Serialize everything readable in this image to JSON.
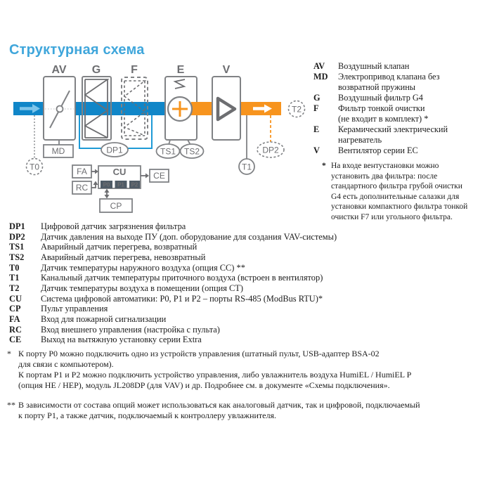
{
  "header": {
    "title": "Структурная схема"
  },
  "diagram": {
    "block_letters": {
      "av": "AV",
      "g": "G",
      "f": "F",
      "e": "E",
      "v": "V"
    },
    "nodes": {
      "md": "MD",
      "dp1": "DP1",
      "ts1": "TS1",
      "ts2": "TS2",
      "t0": "T0",
      "t1": "T1",
      "t2": "T2",
      "dp2": "DP2",
      "fa": "FA",
      "rc": "RC",
      "cu": "CU",
      "ce": "CE",
      "cp": "CP",
      "p0": "P0",
      "p1": "P1",
      "p2": "P2"
    },
    "colors": {
      "duct_blue": "#1086c8",
      "duct_orange": "#f7941e",
      "arrow_light_blue": "#7ec5ea",
      "outline_gray": "#808285",
      "label_gray": "#6d6e71",
      "sensor_line_blue": "#1e9ad6",
      "port_dark": "#4f5b66",
      "title_blue": "#3fa6db"
    }
  },
  "legend": {
    "items": [
      {
        "key": "AV",
        "lines": "Воздушный клапан"
      },
      {
        "key": "MD",
        "lines": "Электропривод клапана без\nвозвратной пружины"
      },
      {
        "key": "G",
        "lines": "Воздушный фильтр G4"
      },
      {
        "key": "F",
        "lines": "Фильтр тонкой очистки\n(не входит в комплект) *"
      },
      {
        "key": "E",
        "lines": "Керамический электрический\nнагреватель"
      },
      {
        "key": "V",
        "lines": "Вентилятор серии ЕС"
      }
    ]
  },
  "legend_note": {
    "marker": "*",
    "lines": "На входе вентустановки можно\nустановить два фильтра: после\nстандартного фильтра грубой очистки\nG4 есть дополнительные салазки для\nустановки компактного фильтра тонкой\nочистки F7 или угольного фильтра."
  },
  "designations": {
    "rows": [
      {
        "key": "DP1",
        "text": "Цифровой датчик загрязнения фильтра"
      },
      {
        "key": "DP2",
        "text": "Датчик давления на выходе ПУ (доп. оборудование для создания VAV-системы)"
      },
      {
        "key": "TS1",
        "text": "Аварийный датчик перегрева, возвратный"
      },
      {
        "key": "TS2",
        "text": "Аварийный датчик перегрева, невозвратный"
      },
      {
        "key": "T0",
        "text": "Датчик температуры наружного воздуха (опция СС) **"
      },
      {
        "key": "T1",
        "text": "Канальный датчик температуры приточного воздуха (встроен в вентилятор)"
      },
      {
        "key": "T2",
        "text": "Датчик температуры воздуха в помещении (опция СТ)"
      },
      {
        "key": "CU",
        "text": "Система цифровой автоматики: P0, P1 и P2 – порты RS-485 (ModBus RTU)*"
      },
      {
        "key": "CP",
        "text": "Пульт управления"
      },
      {
        "key": "FA",
        "text": "Вход для пожарной сигнализации"
      },
      {
        "key": "RC",
        "text": "Вход внешнего управления (настройка с пульта)"
      },
      {
        "key": "CE",
        "text": "Выход на вытяжную установку серии Extra"
      }
    ]
  },
  "footnotes": [
    {
      "marker": "*",
      "lines": "К порту P0 можно подключить одно из устройств управления (штатный пульт, USB-адаптер BSA-02\nдля связи с компьютером).\nК портам P1 и P2 можно подключить устройство управления, либо увлажнитель воздуха HumiEL /  HumiEL P\n(опция HE / HEP), модуль JL208DP (для VAV) и др. Подробнее см. в документе «Схемы подключения»."
    },
    {
      "marker": "**",
      "lines": "В зависимости от состава опций может использоваться как аналоговый датчик, так и цифровой, подключаемый\nк порту P1, а также датчик, подключаемый к контроллеру увлажнителя."
    }
  ]
}
